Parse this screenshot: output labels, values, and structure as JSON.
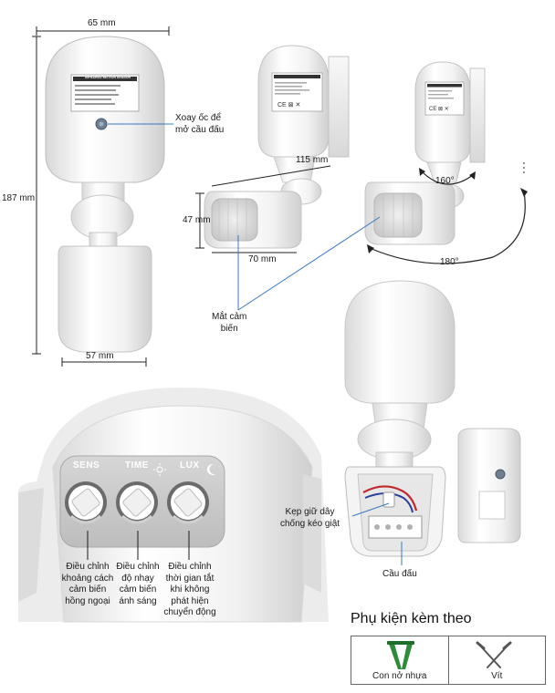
{
  "dimensions": {
    "width_top": "65 mm",
    "height_total": "187 mm",
    "width_bottom": "57 mm",
    "length_head": "115 mm",
    "height_head": "47 mm",
    "width_head": "70 mm"
  },
  "angles": {
    "tilt": "160°",
    "rotate": "180°"
  },
  "callouts": {
    "screw_open_terminal": [
      "Xoay ốc để",
      "mở cầu đấu"
    ],
    "sensor_eye": [
      "Mắt cảm",
      "biến"
    ],
    "cable_clamp": [
      "Kẹp giữ dây",
      "chống kéo giật"
    ],
    "terminal_block": "Cầu đấu"
  },
  "label_plate": {
    "title": "INFRARED MOTION SENSOR"
  },
  "controls": {
    "sens": {
      "name": "SENS",
      "desc": [
        "Điều chỉnh",
        "khoảng cách",
        "cảm biến",
        "hồng ngoại"
      ]
    },
    "time": {
      "name": "TIME",
      "desc": [
        "Điều chỉnh",
        "độ nhạy",
        "cảm biến",
        "ánh sáng"
      ]
    },
    "lux": {
      "name": "LUX",
      "desc": [
        "Điều chỉnh",
        "thời gian tắt",
        "khi không",
        "phát hiện",
        "chuyển động"
      ]
    }
  },
  "accessories": {
    "title": "Phụ kiện kèm theo",
    "items": [
      {
        "label": "Con nở nhựa",
        "icon": "wall-plug-icon",
        "color": "#2e8b3a"
      },
      {
        "label": "Vít",
        "icon": "screw-icon",
        "color": "#555555"
      }
    ]
  }
}
